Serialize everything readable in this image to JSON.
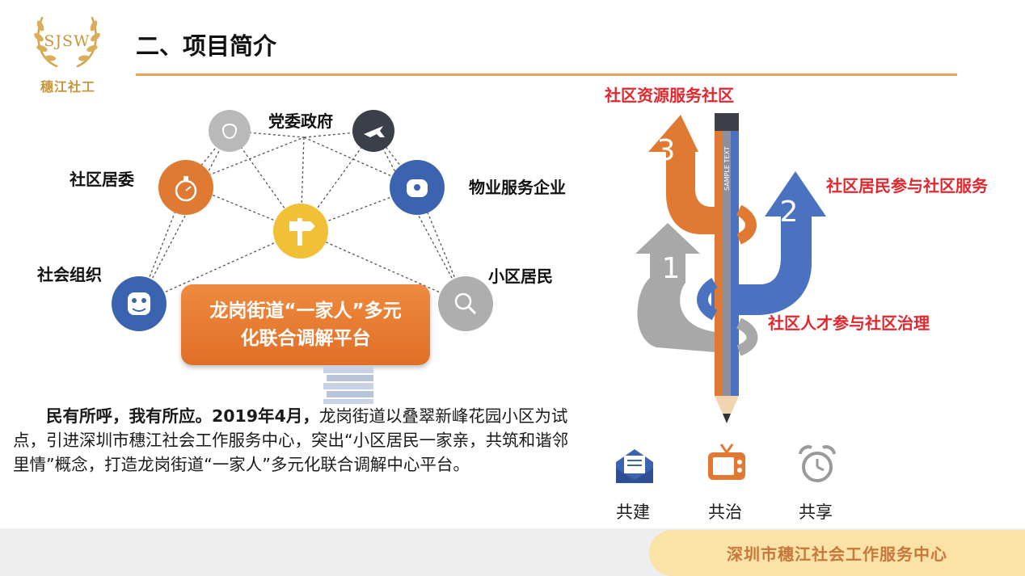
{
  "logo": {
    "monogram": "SJSW",
    "name": "穗江社工"
  },
  "page": {
    "title": "二、项目简介"
  },
  "diagram": {
    "center_label": "龙岗街道“一家人”多元化联合调解平台",
    "nodes": {
      "party_gov": "党委政府",
      "property": "物业服务企业",
      "committee": "社区居委",
      "social_org": "社会组织",
      "residents": "小区居民"
    }
  },
  "intro": {
    "lead": "民有所呼，我有所应。2019年4月，",
    "body": "龙岗街道以叠翠新峰花园小区为试点，引进深圳市穗江社会工作服务中心，突出“小区居民一家亲，共筑和谐邻里情”概念，打造龙岗街道“一家人”多元化联合调解中心平台。"
  },
  "pencil": {
    "sample_text": "SAMPLE TEXT",
    "arrows": [
      {
        "number": "1",
        "label": "社区人才参与社区治理",
        "color": "#a8a8a8"
      },
      {
        "number": "2",
        "label": "社区居民参与社区服务",
        "color": "#4a72c0"
      },
      {
        "number": "3",
        "label": "社区资源服务社区",
        "color": "#e07a33"
      }
    ]
  },
  "pillars": [
    {
      "label": "共建",
      "icon": "envelope-icon",
      "color": "#3b63b0"
    },
    {
      "label": "共治",
      "icon": "tv-icon",
      "color": "#e07a33"
    },
    {
      "label": "共享",
      "icon": "alarm-clock-icon",
      "color": "#9a9a9a"
    }
  ],
  "footer": {
    "org": "深圳市穗江社会工作服务中心"
  },
  "colors": {
    "accent_orange": "#e8a25e",
    "label_red": "#e0282e",
    "blue": "#3b63b0",
    "gold": "#c7953a"
  }
}
